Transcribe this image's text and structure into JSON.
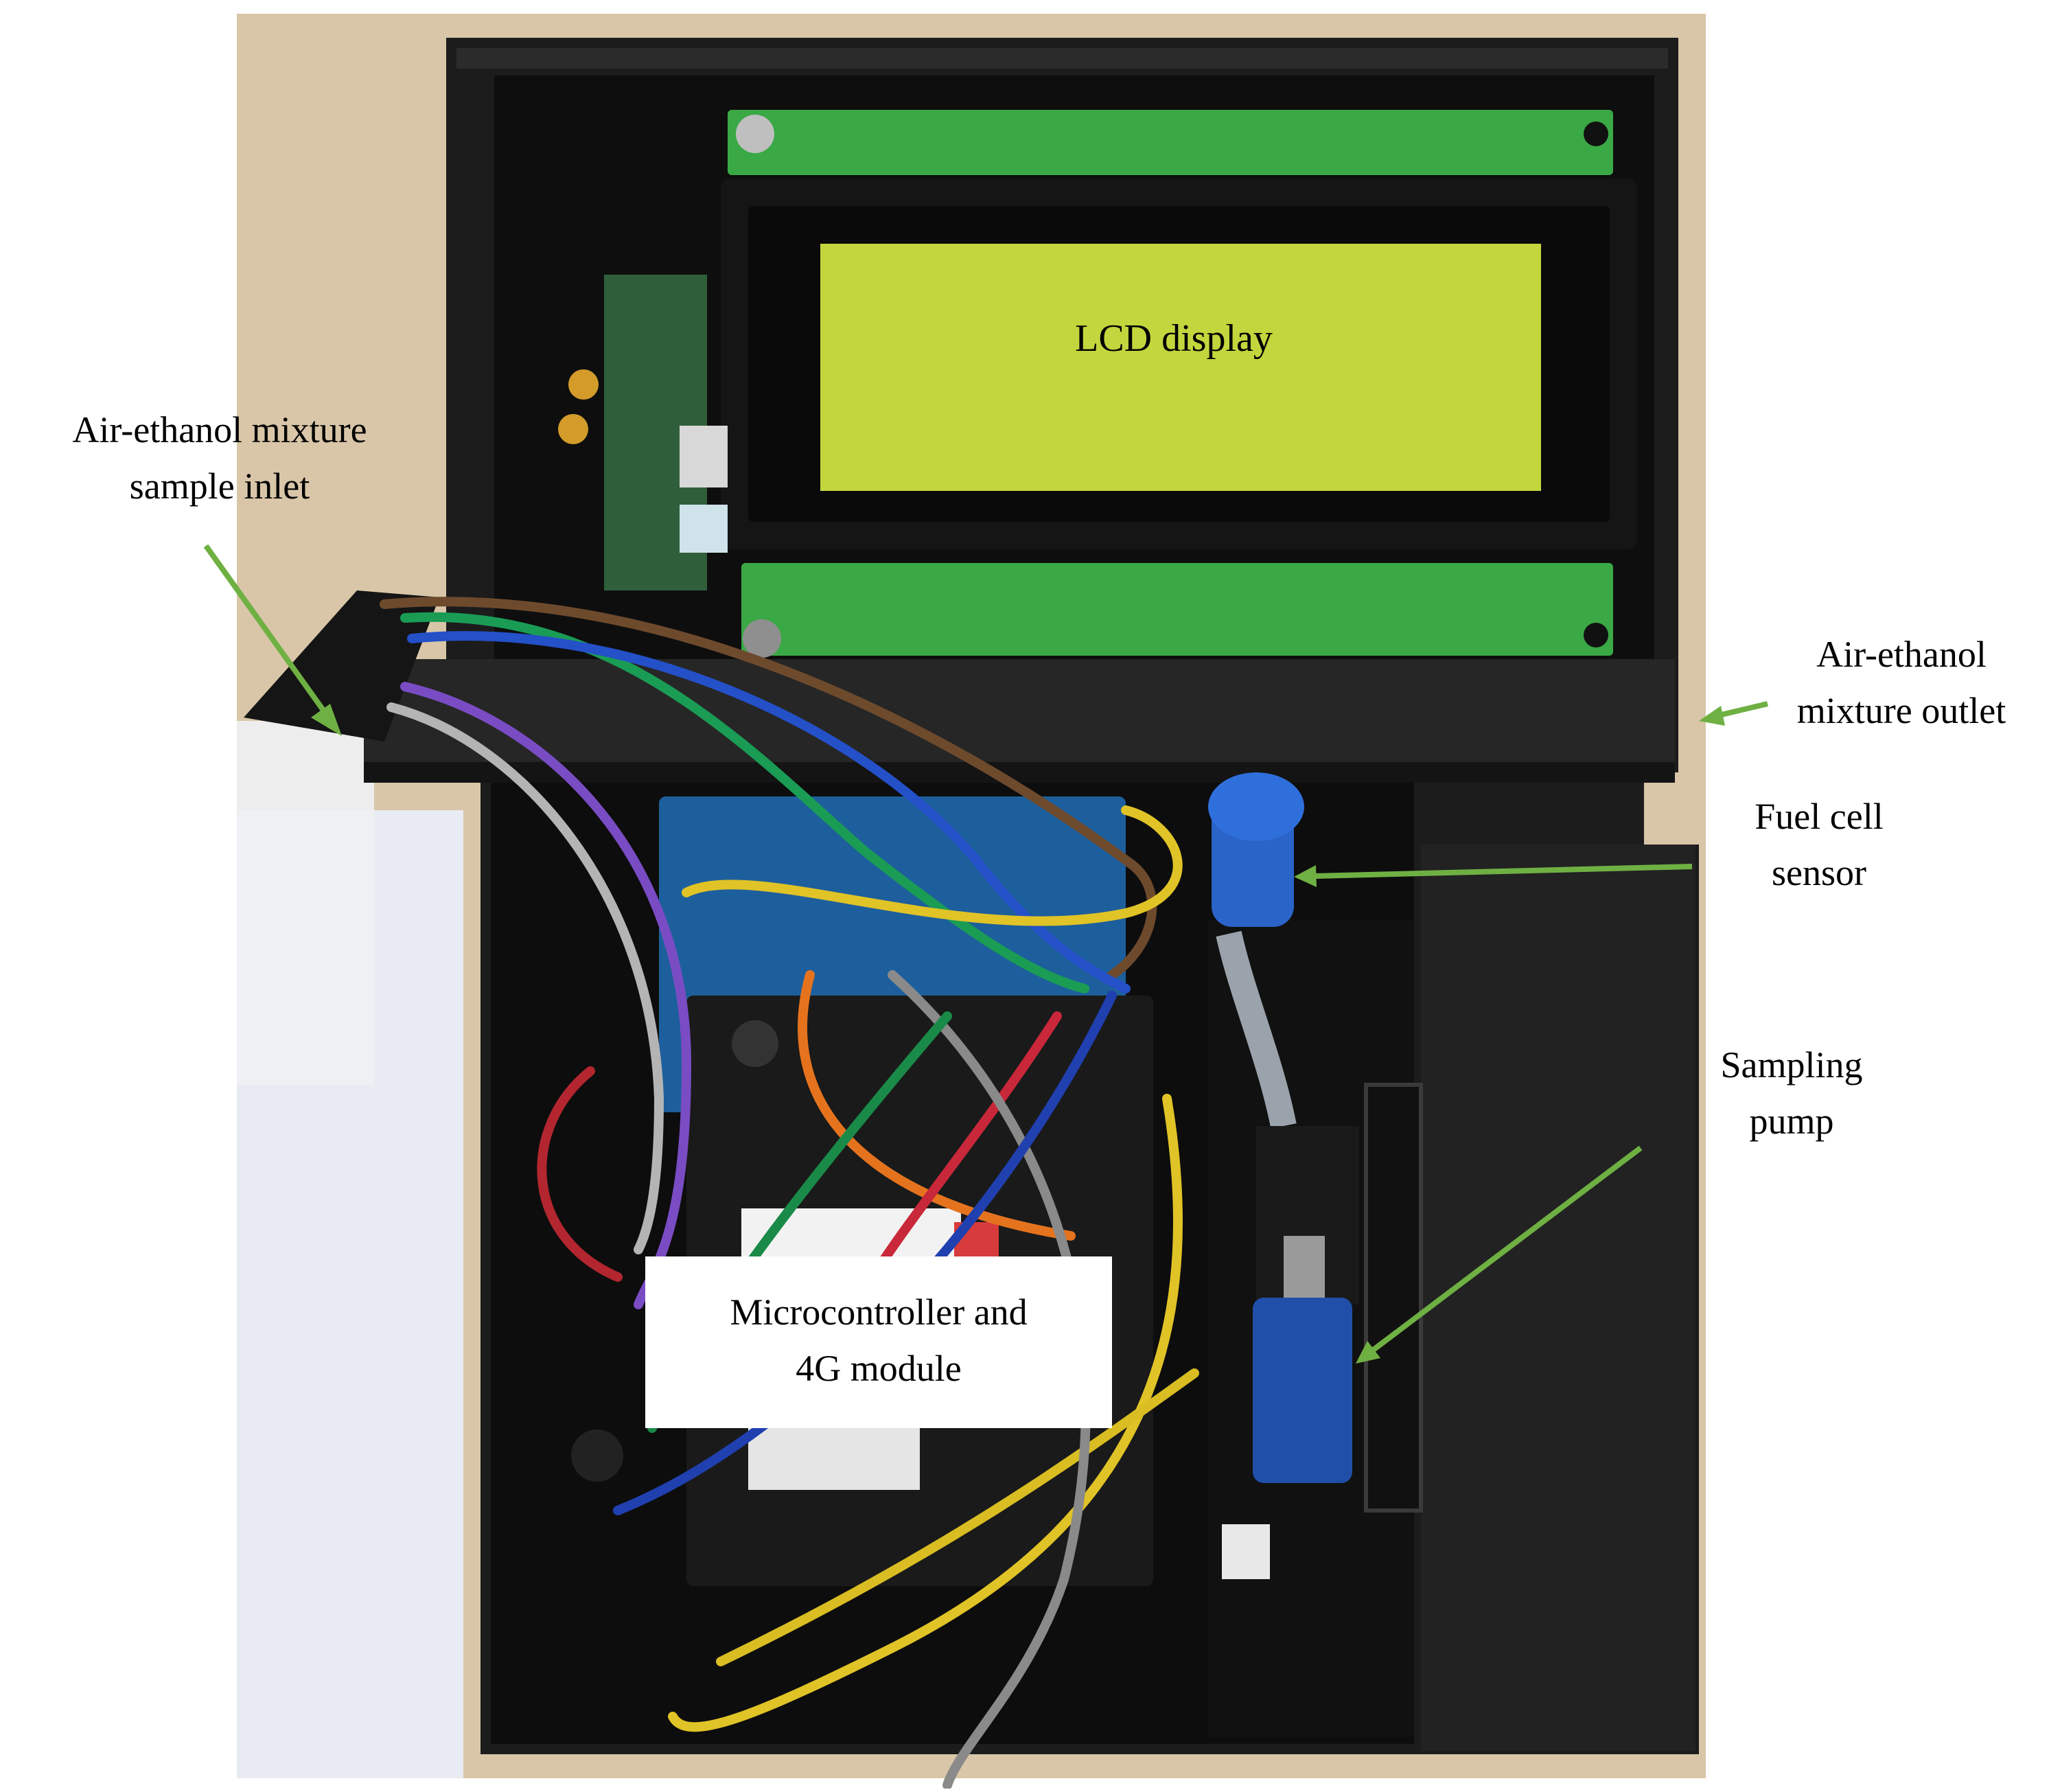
{
  "figure": {
    "labels": {
      "inlet": [
        "Air-ethanol mixture",
        "sample inlet"
      ],
      "outlet": [
        "Air-ethanol",
        "mixture outlet"
      ],
      "fuel_cell": [
        "Fuel cell",
        "sensor"
      ],
      "pump": [
        "Sampling",
        "pump"
      ],
      "lcd": "LCD display",
      "mcu": [
        "Microcontroller and",
        "4G module"
      ]
    },
    "colors": {
      "arrow": "#6fb043",
      "enclosure": "#1c1c1c",
      "lcd_screen": "#c3d63d",
      "pcb": "#3aa845"
    }
  }
}
